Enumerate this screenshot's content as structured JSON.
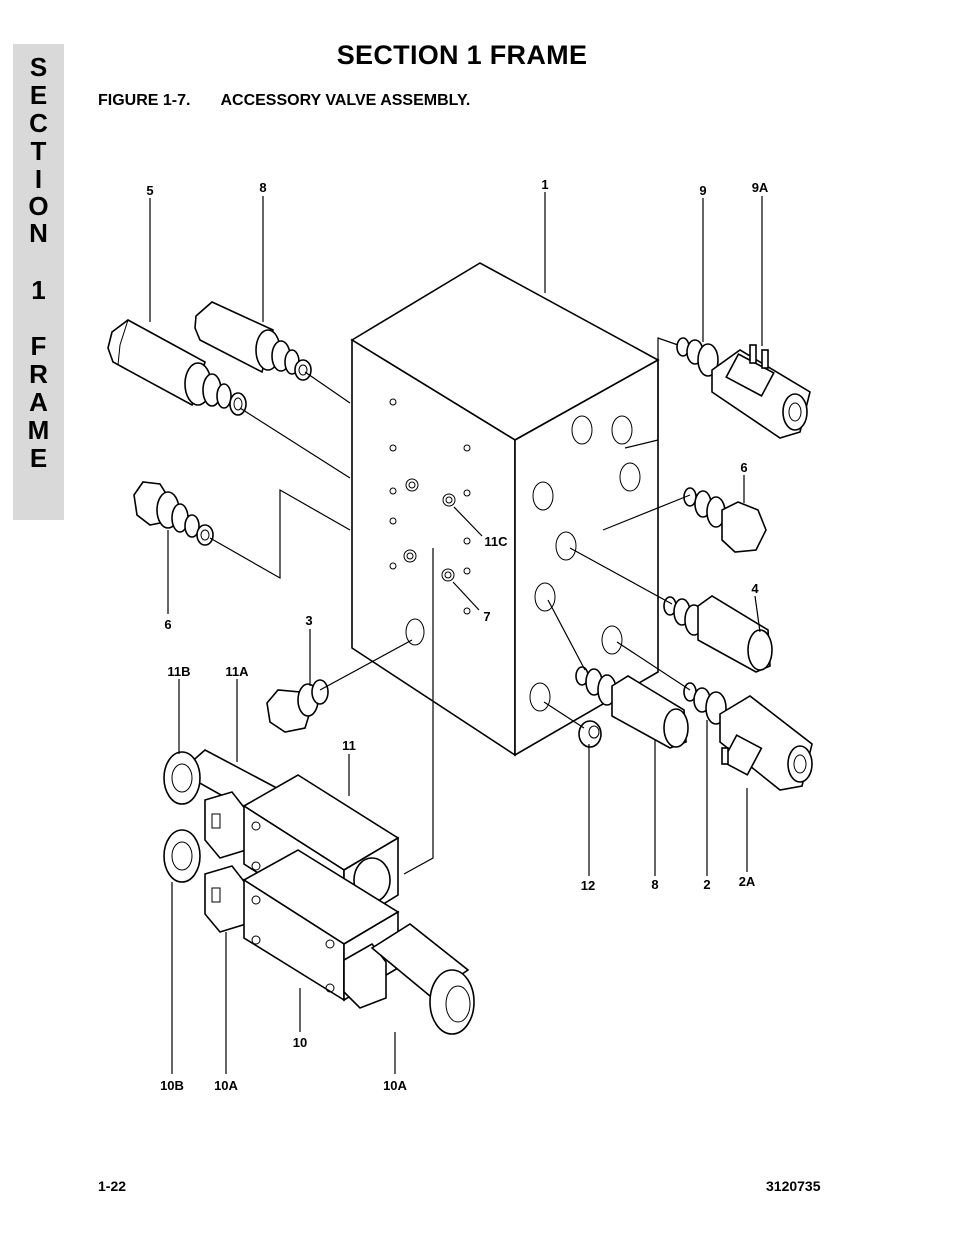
{
  "side_tab": {
    "letters": [
      "S",
      "E",
      "C",
      "T",
      "I",
      "O",
      "N",
      "1",
      "F",
      "R",
      "A",
      "M",
      "E"
    ]
  },
  "header": {
    "title": "SECTION 1  FRAME"
  },
  "figure": {
    "number": "FIGURE 1-7.",
    "title": "ACCESSORY VALVE ASSEMBLY."
  },
  "callouts": {
    "c1": "1",
    "c2": "2",
    "c2a": "2A",
    "c3": "3",
    "c4": "4",
    "c5": "5",
    "c6a": "6",
    "c6b": "6",
    "c7": "7",
    "c8a": "8",
    "c8b": "8",
    "c9": "9",
    "c9a": "9A",
    "c10": "10",
    "c10a1": "10A",
    "c10a2": "10A",
    "c10b": "10B",
    "c11": "11",
    "c11a": "11A",
    "c11b": "11B",
    "c11c": "11C",
    "c12": "12"
  },
  "footer": {
    "page": "1-22",
    "doc_number": "3120735"
  }
}
